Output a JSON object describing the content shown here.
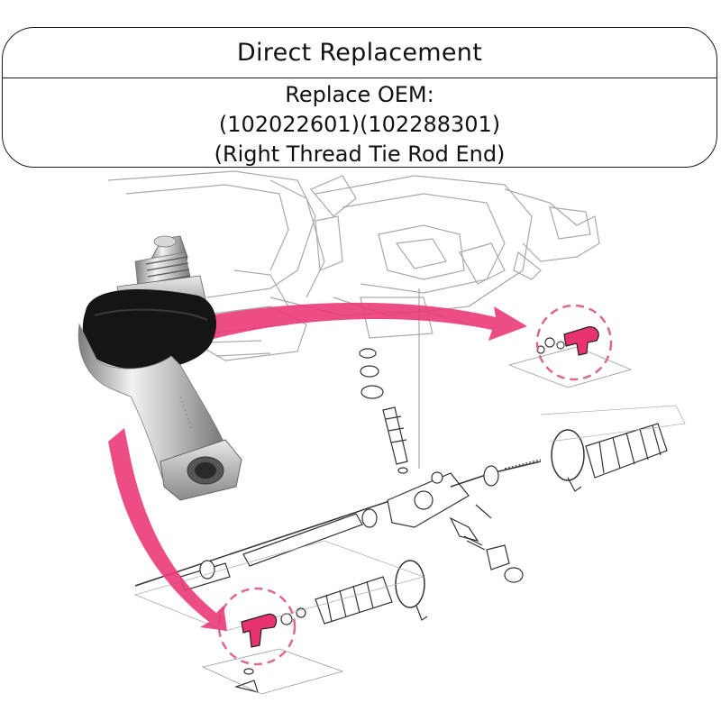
{
  "header": {
    "title": "Direct Replacement",
    "lines": [
      "Replace OEM:",
      "(102022601)(102288301)",
      "(Right Thread Tie Rod End)"
    ]
  },
  "colors": {
    "accent": "#e8336f",
    "line_art": "#6b6b6b",
    "border": "#1a1a1a"
  },
  "icons": [
    "tie-rod-end-photo",
    "steering-rack-diagram",
    "pointer-arrow",
    "highlight-circle"
  ]
}
